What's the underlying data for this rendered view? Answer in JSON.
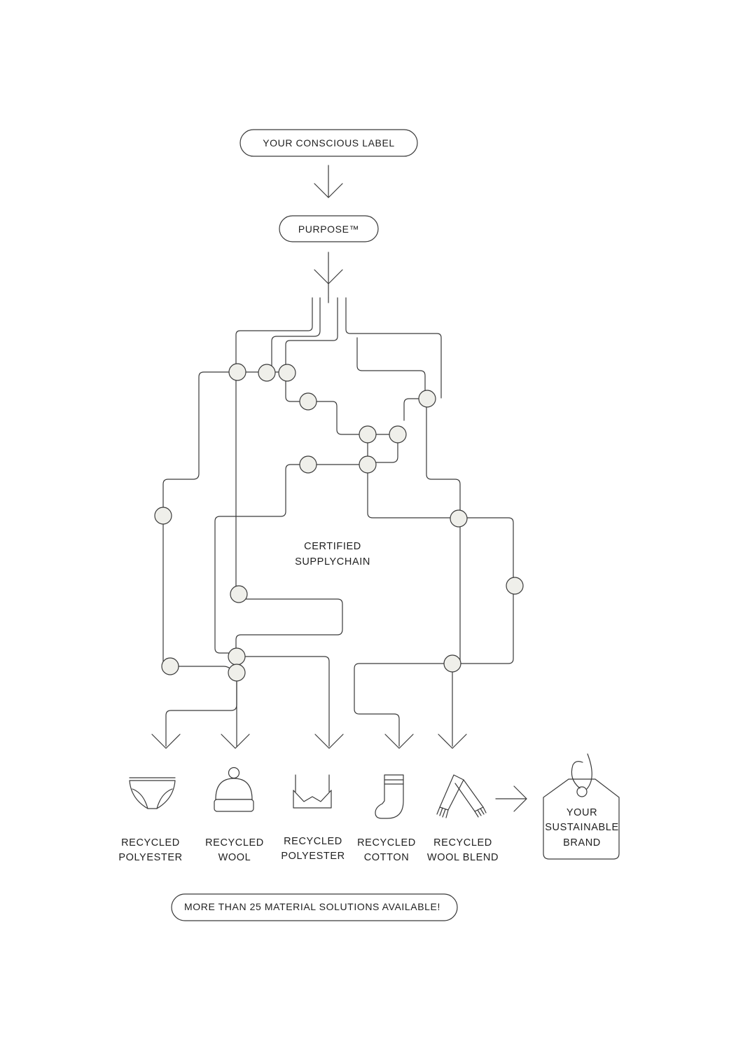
{
  "top_pill": {
    "label": "YOUR CONSCIOUS LABEL"
  },
  "purpose_pill": {
    "label": "PURPOSE™"
  },
  "center_label": {
    "line1": "CERTIFIED",
    "line2": "SUPPLYCHAIN"
  },
  "products": [
    {
      "icon": "briefs-icon",
      "line1": "RECYCLED",
      "line2": "POLYESTER"
    },
    {
      "icon": "beanie-icon",
      "line1": "RECYCLED",
      "line2": "WOOL"
    },
    {
      "icon": "bra-icon",
      "line1": "RECYCLED",
      "line2": "POLYESTER"
    },
    {
      "icon": "sock-icon",
      "line1": "RECYCLED",
      "line2": "COTTON"
    },
    {
      "icon": "scarf-icon",
      "line1": "RECYCLED",
      "line2": "WOOL BLEND"
    }
  ],
  "brand_tag": {
    "icon": "hang-tag-icon",
    "line1": "YOUR",
    "line2": "SUSTAINABLE",
    "line3": "BRAND"
  },
  "bottom_pill": {
    "label": "MORE THAN 25 MATERIAL SOLUTIONS AVAILABLE!"
  }
}
